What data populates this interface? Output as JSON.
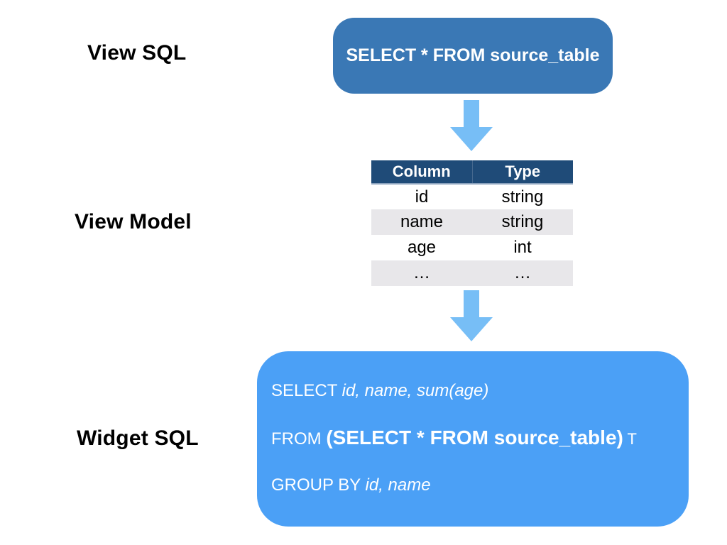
{
  "colors": {
    "view_sql_box_bg": "#3A78B5",
    "table_header_bg": "#1F4B78",
    "table_alt_row_bg": "#E8E7EA",
    "widget_box_bg": "#4BA0F6",
    "arrow": "#77BEF6",
    "text_on_blue": "#FFFFFF",
    "label_text": "#000000"
  },
  "labels": {
    "view_sql": "View SQL",
    "view_model": "View Model",
    "widget_sql": "Widget SQL"
  },
  "view_sql_box": {
    "text": "SELECT * FROM source_table"
  },
  "view_model_table": {
    "headers": [
      "Column",
      "Type"
    ],
    "rows": [
      [
        "id",
        "string"
      ],
      [
        "name",
        "string"
      ],
      [
        "age",
        "int"
      ],
      [
        "…",
        "…"
      ]
    ]
  },
  "widget_sql_box": {
    "lines": [
      {
        "segments": [
          {
            "text": "SELECT ",
            "style": "regular"
          },
          {
            "text": "id, name, sum(age)",
            "style": "italic"
          }
        ]
      },
      {
        "segments": [
          {
            "text": "FROM ",
            "style": "regular"
          },
          {
            "text": "(SELECT * FROM source_table)",
            "style": "bold"
          },
          {
            "text": " T",
            "style": "small"
          }
        ]
      },
      {
        "segments": [
          {
            "text": "GROUP BY ",
            "style": "regular"
          },
          {
            "text": "id, name",
            "style": "italic"
          }
        ]
      }
    ]
  }
}
